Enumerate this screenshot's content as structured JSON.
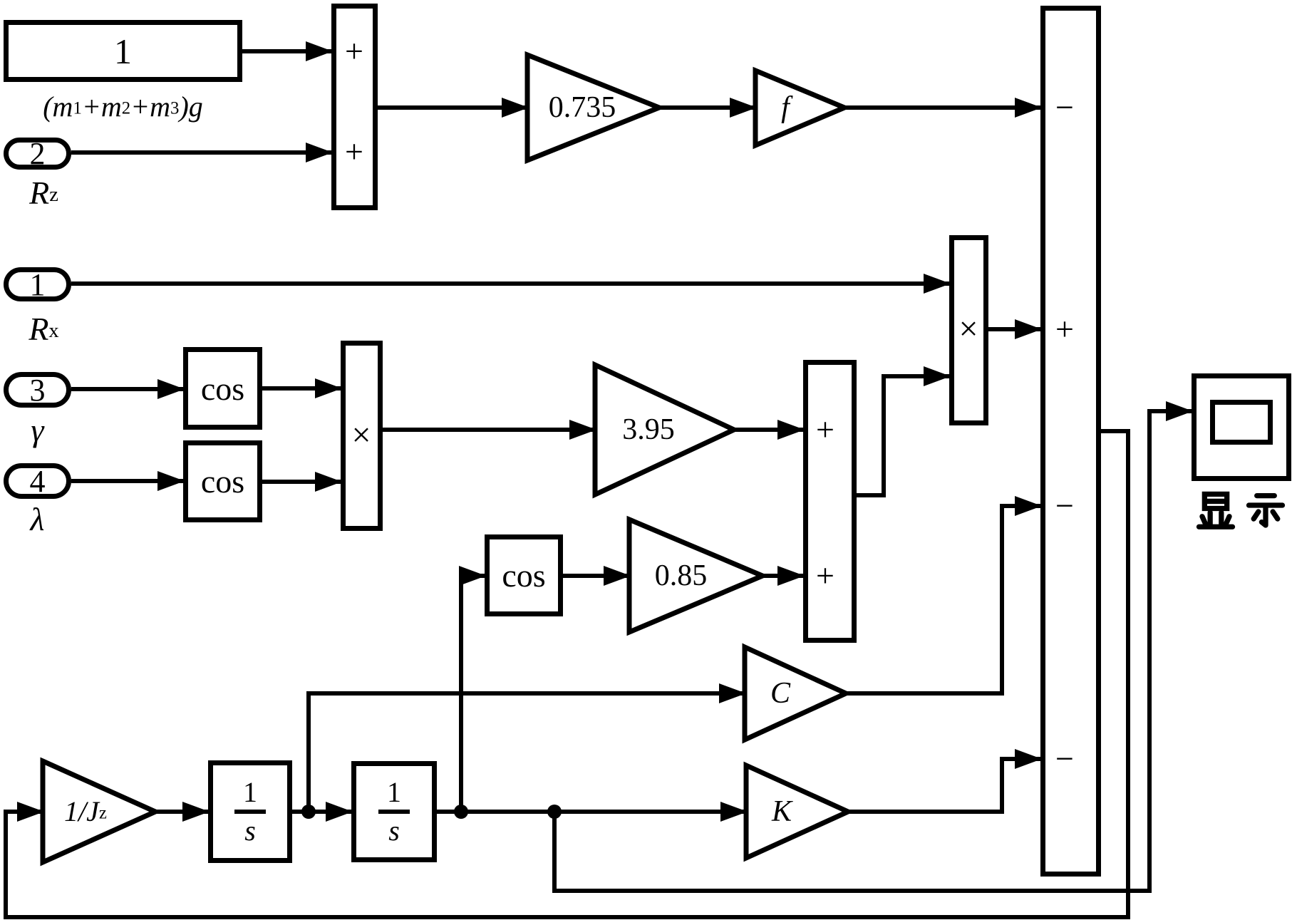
{
  "figure": {
    "type": "simulink-block-diagram",
    "colors": {
      "ink": "#000000",
      "paper": "#ffffff"
    },
    "constant": {
      "value": "1"
    },
    "constant_label": {
      "p1": "(m",
      "s1": "1",
      "p2": "+m",
      "s2": "2",
      "p3": "+m",
      "s3": "3",
      "p4": ")g"
    },
    "inports": {
      "port1": {
        "number": "1",
        "label_base": "R",
        "label_sub": "x"
      },
      "port2": {
        "number": "2",
        "label_base": "R",
        "label_sub": "z"
      },
      "port3": {
        "number": "3",
        "label": "γ"
      },
      "port4": {
        "number": "4",
        "label": "λ"
      }
    },
    "sum1": {
      "ports": [
        "+",
        "+"
      ]
    },
    "gain_0735": {
      "value": "0.735"
    },
    "gain_f": {
      "value": "f"
    },
    "cos_blocks": {
      "cos1": "cos",
      "cos2": "cos",
      "cos3": "cos"
    },
    "product1": {
      "op": "×"
    },
    "product2": {
      "op": "×"
    },
    "gain_395": {
      "value": "3.95"
    },
    "sum2": {
      "ports": [
        "+",
        "+"
      ]
    },
    "gain_085": {
      "value": "0.85"
    },
    "gain_c": {
      "value": "C"
    },
    "gain_k": {
      "value": "K"
    },
    "gain_jz": {
      "num": "1/J",
      "sub": "z"
    },
    "integrator1": {
      "num": "1",
      "den": "s"
    },
    "integrator2": {
      "num": "1",
      "den": "s"
    },
    "sum_main": {
      "ports": [
        "−",
        "+",
        "−",
        "−"
      ]
    },
    "scope": {
      "label": "显示"
    }
  }
}
